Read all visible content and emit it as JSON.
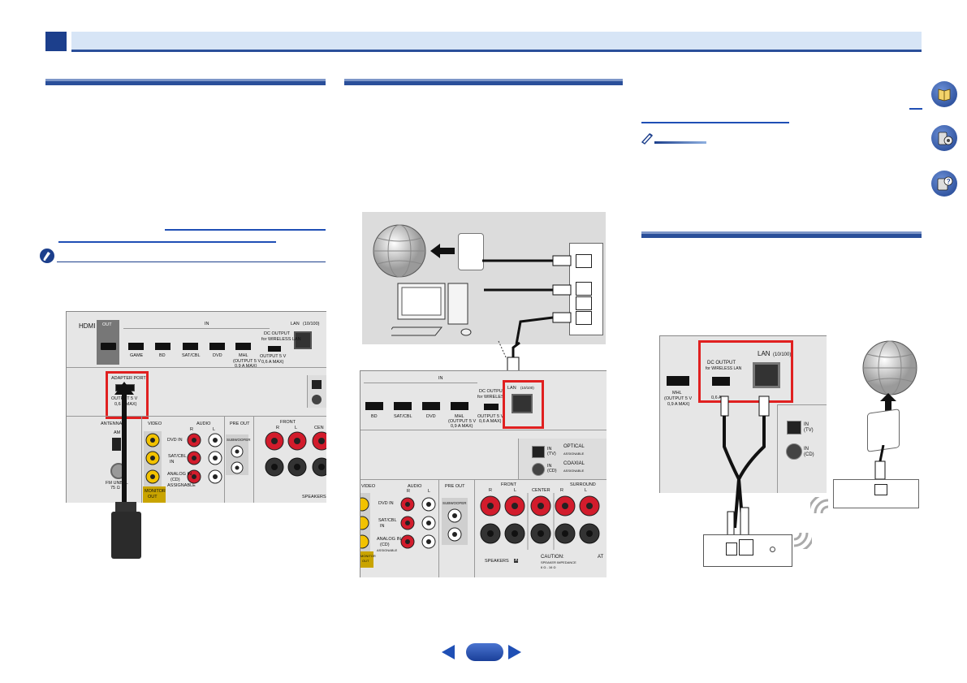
{
  "figure_left": {
    "labels": {
      "hdmi": "HDMI",
      "out": "OUT",
      "in": "IN",
      "lan": "LAN",
      "lan_speed": "(10/100)",
      "dc_output": "DC OUTPUT",
      "for_wireless_lan": "for WIRELESS LAN",
      "dc_rating": "OUTPUT 5 V",
      "dc_current": "0,6 A MAX)",
      "game": "GAME",
      "bd": "BD",
      "sat_cbl": "SAT/CBL",
      "dvd": "DVD",
      "mhl": "MHL",
      "mhl_rating": "(OUTPUT 5 V",
      "mhl_current": "0,9 A MAX)",
      "adapter_port": "ADAPTER PORT",
      "adapter_rating": "OUTPUT 5 V",
      "adapter_current": "0,6 A MAX)",
      "antenna": "ANTENNA",
      "am": "AM",
      "fm_unbal": "FM UNBAL",
      "fm_ohm": "75 Ω",
      "video": "VIDEO",
      "audio": "AUDIO",
      "r": "R",
      "l": "L",
      "dvd_in": "DVD IN",
      "satcbl": "SAT/CBL",
      "in_small": "IN",
      "analog_in": "ANALOG IN",
      "cd": "(CD)",
      "assignable": "ASSIGNABLE",
      "monitor": "MONITOR",
      "out_small": "OUT",
      "pre_out": "PRE OUT",
      "subwoofer": "SUBWOOFER",
      "front": "FRONT",
      "center": "CEN",
      "speakers": "SPEAKERS"
    }
  },
  "figure_middle": {
    "labels": {
      "in": "IN",
      "bd": "BD",
      "sat_cbl": "SAT/CBL",
      "dvd": "DVD",
      "mhl": "MHL",
      "mhl_rating": "(OUTPUT 5 V",
      "mhl_current": "0,9 A MAX)",
      "dc_output": "DC OUTPUT",
      "for_wireless_lan": "for WIRELESS LAN",
      "dc_rating": "OUTPUT 5 V",
      "dc_current": "0,6 A MAX)",
      "lan": "LAN",
      "lan_speed": "(10/100)",
      "optical": "OPTICAL",
      "coaxial": "COAXIAL",
      "in_tv": "IN",
      "tv": "(TV)",
      "in_cd": "IN",
      "cd": "(CD)",
      "assignable": "ASSIGNABLE",
      "video": "VIDEO",
      "audio": "AUDIO",
      "r": "R",
      "l": "L",
      "dvd_in": "DVD IN",
      "satcbl": "SAT/CBL",
      "in_small": "IN",
      "analog_in": "ANALOG IN",
      "analog_cd": "(CD)",
      "monitor": "MONITOR",
      "out_small": "OUT",
      "pre_out": "PRE OUT",
      "subwoofer": "SUBWOOFER",
      "front": "FRONT",
      "center": "CENTER",
      "surround": "SURROUND",
      "speakers": "SPEAKERS",
      "speakers_box": "A",
      "caution": "CAUTION:",
      "impedance": "SPEAKER IMPEDANCE",
      "impedance_val": "6 Ω - 16 Ω",
      "att": "AT"
    }
  },
  "figure_right": {
    "labels": {
      "lan": "LAN",
      "lan_speed": "(10/100)",
      "dc_output": "DC  OUTPUT",
      "for_wireless_lan": "for WIRELESS LAN",
      "mhl": "MHL",
      "mhl_rating": "(OUTPUT  5 V",
      "mhl_current": "0,9 A  MAX)",
      "dc_current": "0,6 A",
      "in_tv": "IN",
      "tv": "(TV)",
      "in_cd": "IN",
      "cd": "(CD)"
    }
  },
  "footer": {
    "page_number": ""
  },
  "colors": {
    "accent": "#1c3f8c",
    "highlight": "#e02020",
    "chapter_bar": "#d7e5f6",
    "link": "#1f4fb5"
  }
}
